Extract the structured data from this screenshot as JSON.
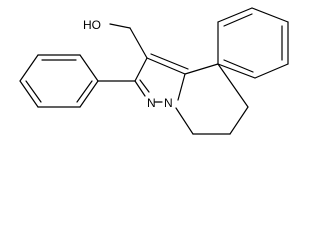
{
  "molecule": {
    "atom_labels": {
      "hydroxyl": "HO",
      "pyrazole_n2": "N",
      "pyrazole_n1": "N"
    }
  }
}
